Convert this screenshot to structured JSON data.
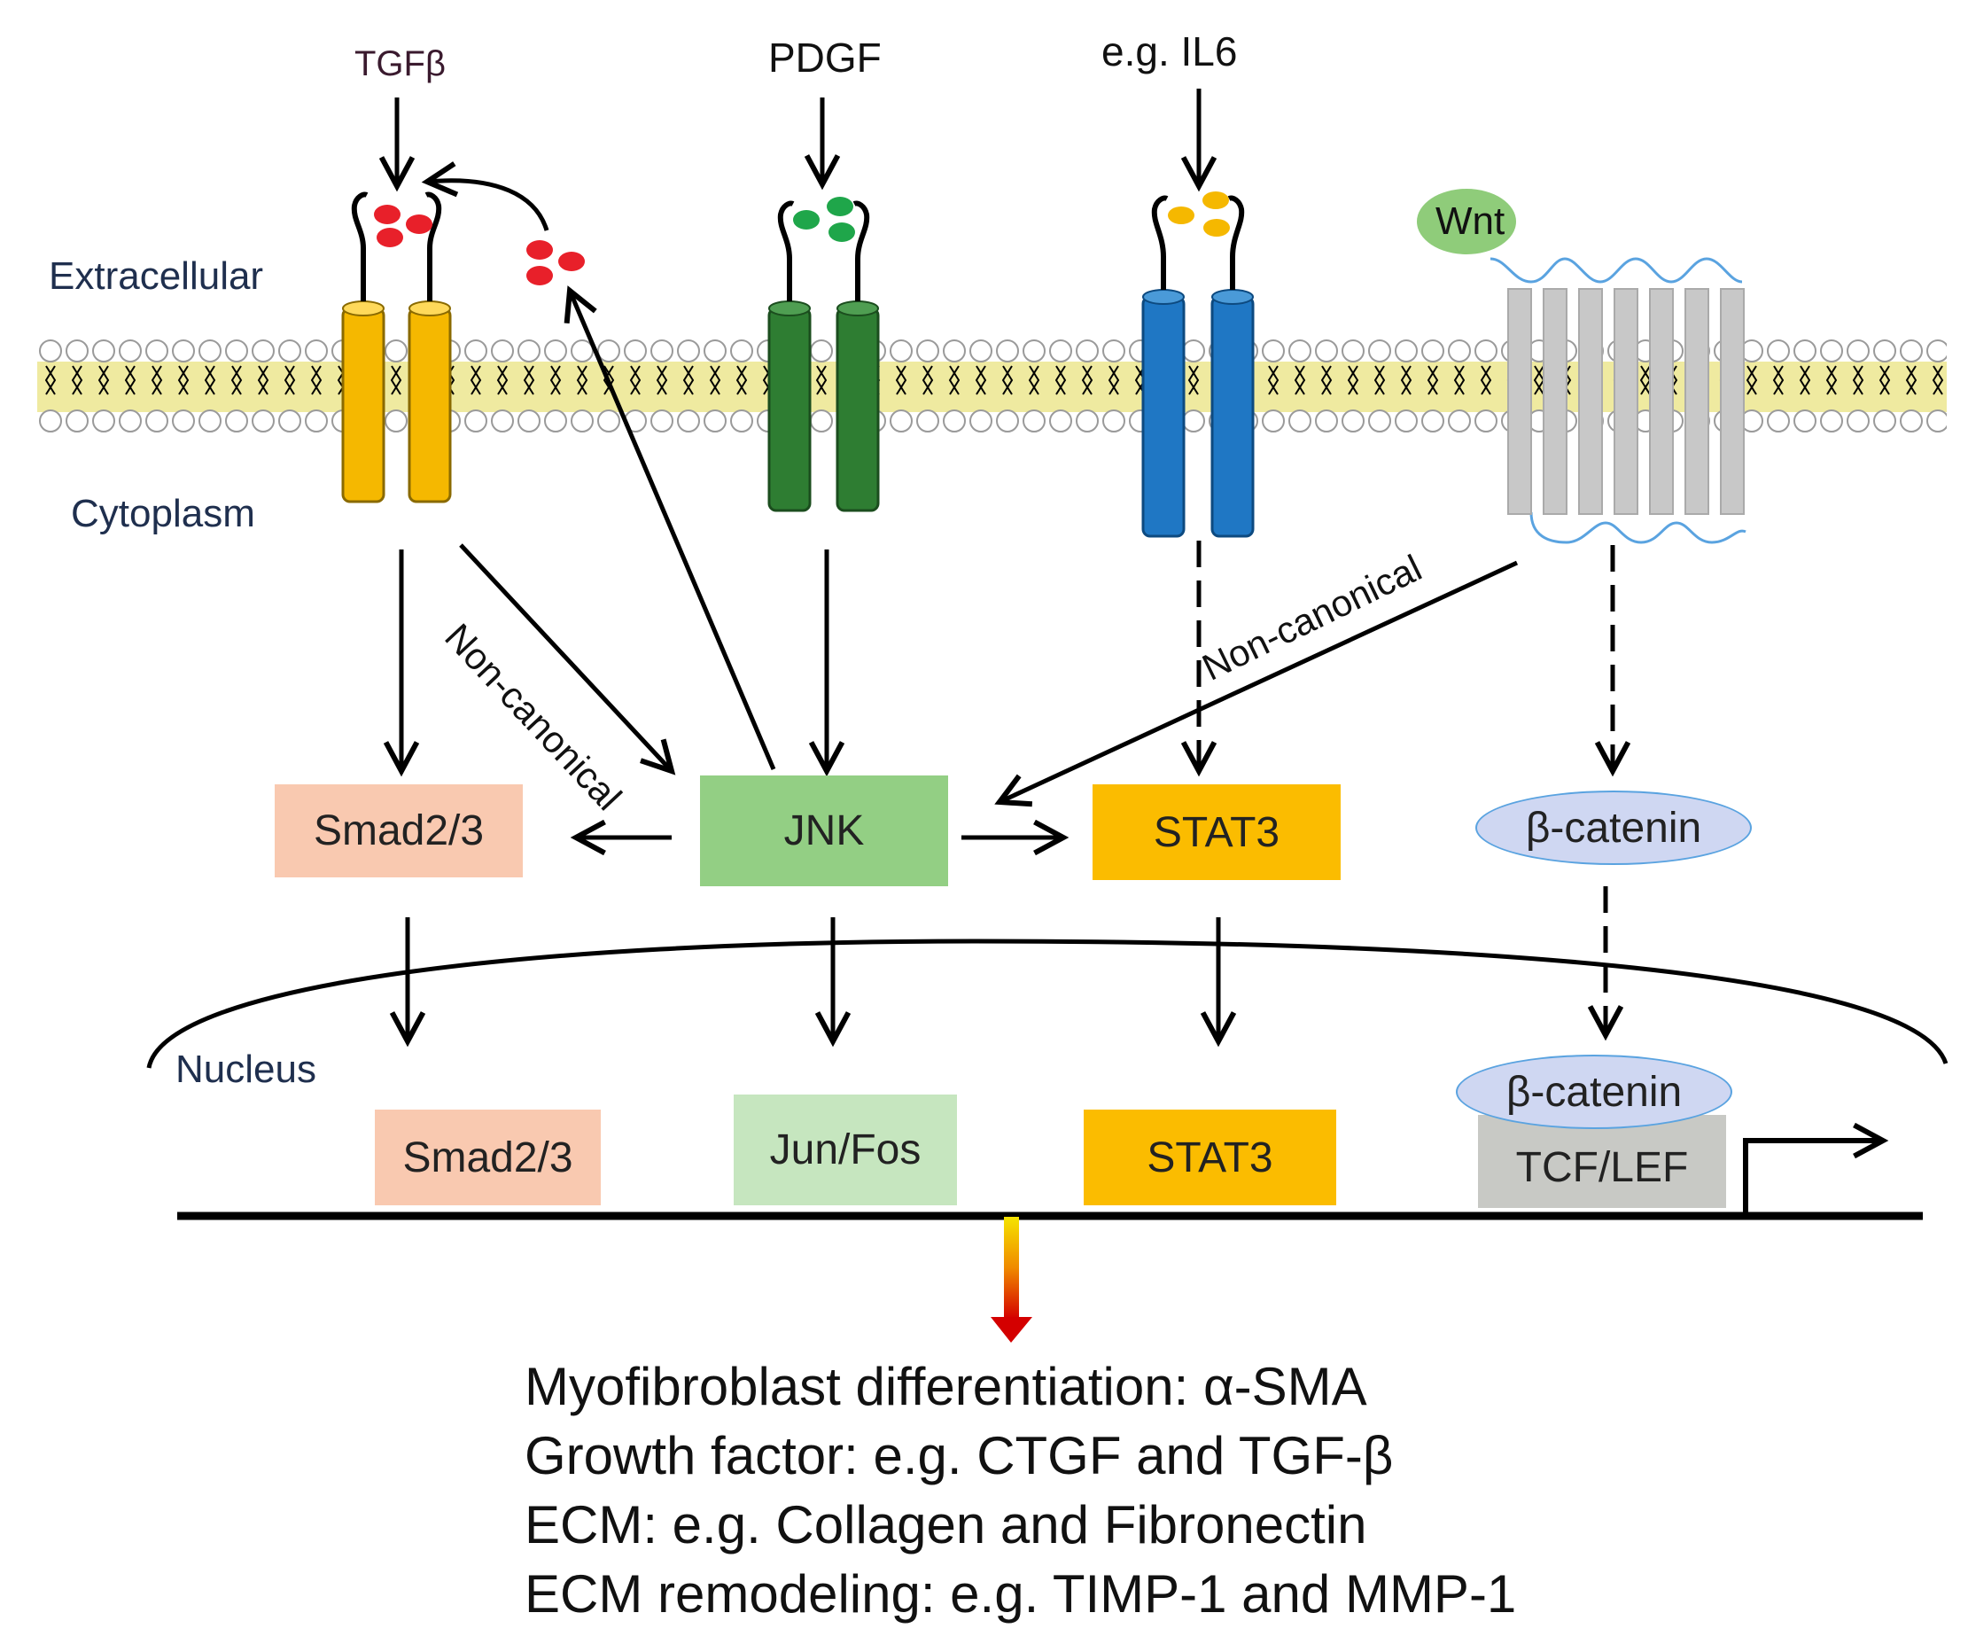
{
  "ligands": {
    "tgfb": "TGFβ",
    "pdgf": "PDGF",
    "il6": "e.g. IL6",
    "wnt": "Wnt"
  },
  "compartments": {
    "extracellular": "Extracellular",
    "cytoplasm": "Cytoplasm",
    "nucleus": "Nucleus"
  },
  "cytoplasm_nodes": {
    "smad": "Smad2/3",
    "jnk": "JNK",
    "stat3": "STAT3",
    "bcatenin": "β-catenin"
  },
  "nuclear_nodes": {
    "smad": "Smad2/3",
    "junfos": "Jun/Fos",
    "stat3": "STAT3",
    "bcatenin": "β-catenin",
    "tcflef": "TCF/LEF"
  },
  "edge_labels": {
    "noncanonical_tgfb": "Non-canonical",
    "noncanonical_wnt": "Non-canonical"
  },
  "outcomes": [
    "Myofibroblast differentiation: α-SMA",
    "Growth factor: e.g. CTGF and TGF-β",
    "ECM: e.g. Collagen and Fibronectin",
    "ECM remodeling: e.g. TIMP-1 and MMP-1"
  ],
  "colors": {
    "tgfb_receptor": "#f5b800",
    "pdgf_receptor": "#2e7d32",
    "il6_receptor": "#1f77c4",
    "wnt_receptor": "#c8c8c8",
    "membrane": "#efeaa0",
    "tgfb_ligand": "#e8202a",
    "pdgf_ligand": "#1fa64a",
    "il6_ligand": "#f5b800",
    "wnt_ligand": "#8fcc7a",
    "smad_box": "#f9c9b0",
    "jnk_box": "#93cf84",
    "junfos_box": "#c6e6bf",
    "stat3_box": "#fbbc00",
    "bcatenin_oval": "#cfd7f2",
    "tcflef_box": "#c8c9c5"
  }
}
